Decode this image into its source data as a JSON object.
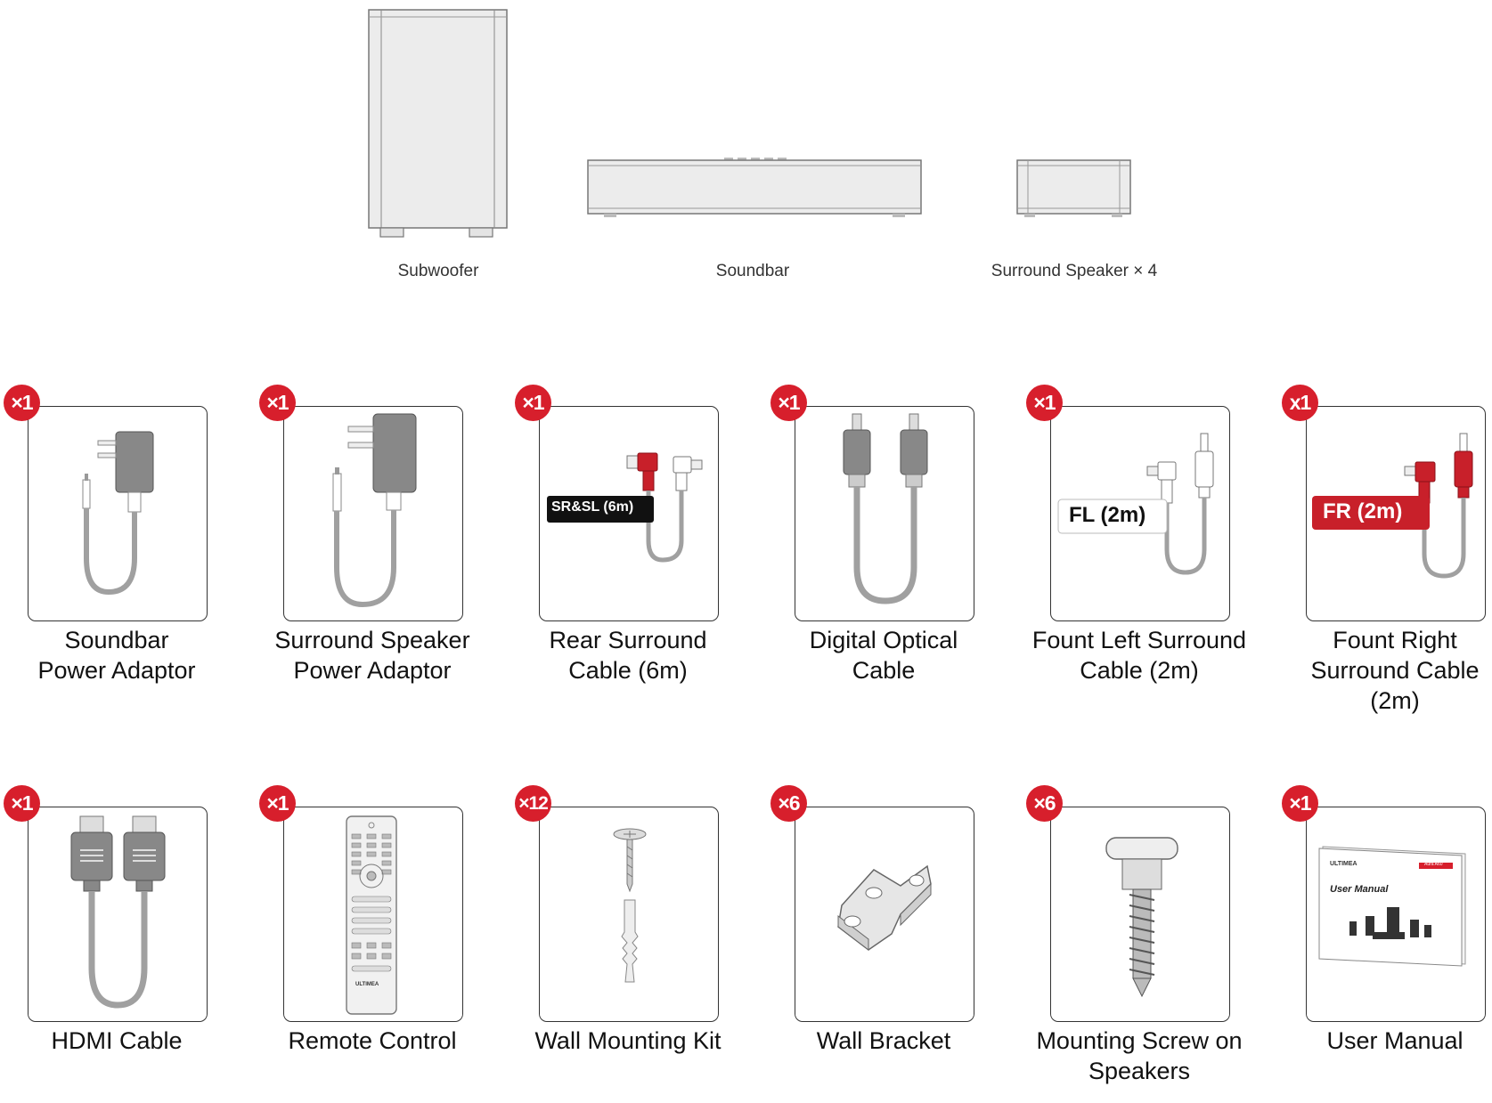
{
  "main_items": [
    {
      "label": "Subwoofer",
      "icon": "subwoofer-icon"
    },
    {
      "label": "Soundbar",
      "icon": "soundbar-icon"
    },
    {
      "label": "Surround Speaker × 4",
      "icon": "surround-speaker-icon"
    }
  ],
  "accessories": [
    {
      "name": "Soundbar Power Adaptor",
      "lines": [
        "Soundbar",
        "Power Adaptor"
      ],
      "qty": "×1",
      "icon": "power-adaptor-icon"
    },
    {
      "name": "Surround Speaker Power Adaptor",
      "lines": [
        "Surround Speaker",
        "Power Adaptor"
      ],
      "qty": "×1",
      "icon": "power-adaptor-icon"
    },
    {
      "name": "Rear Surround Cable (6m)",
      "lines": [
        "Rear Surround",
        "Cable (6m)"
      ],
      "qty": "×1",
      "icon": "rca-cable-icon",
      "tag": "SR&SL (6m)"
    },
    {
      "name": "Digital Optical Cable",
      "lines": [
        "Digital Optical",
        "Cable"
      ],
      "qty": "×1",
      "icon": "optical-cable-icon"
    },
    {
      "name": "Fount Left Surround Cable (2m)",
      "lines": [
        "Fount Left Surround",
        "Cable (2m)"
      ],
      "qty": "×1",
      "icon": "rca-cable-icon",
      "tag": "FL (2m)"
    },
    {
      "name": "Fount Right Surround Cable (2m)",
      "lines": [
        "Fount Right",
        "Surround Cable",
        "(2m)"
      ],
      "qty": "x1",
      "icon": "rca-cable-icon",
      "tag": "FR (2m)"
    },
    {
      "name": "HDMI Cable",
      "lines": [
        "HDMI Cable"
      ],
      "qty": "×1",
      "icon": "hdmi-cable-icon"
    },
    {
      "name": "Remote Control",
      "lines": [
        "Remote Control"
      ],
      "qty": "×1",
      "icon": "remote-control-icon",
      "brand": "ULTIMEA"
    },
    {
      "name": "Wall Mounting Kit",
      "lines": [
        "Wall Mounting Kit"
      ],
      "qty": "×12",
      "icon": "wall-anchor-icon"
    },
    {
      "name": "Wall Bracket",
      "lines": [
        "Wall Bracket"
      ],
      "qty": "×6",
      "icon": "wall-bracket-icon"
    },
    {
      "name": "Mounting Screw on Speakers",
      "lines": [
        "Mounting Screw on",
        "Speakers"
      ],
      "qty": "×6",
      "icon": "mounting-screw-icon"
    },
    {
      "name": "User Manual",
      "lines": [
        "User Manual"
      ],
      "qty": "×1",
      "icon": "user-manual-icon",
      "manual_brand": "ULTIMEA",
      "manual_title": "User Manual",
      "manual_model": "Aura A60"
    }
  ],
  "colors": {
    "badge": "#d71f2c",
    "cable": "#a0a0a0",
    "red_plug": "#c8202a",
    "frame": "#333333"
  }
}
